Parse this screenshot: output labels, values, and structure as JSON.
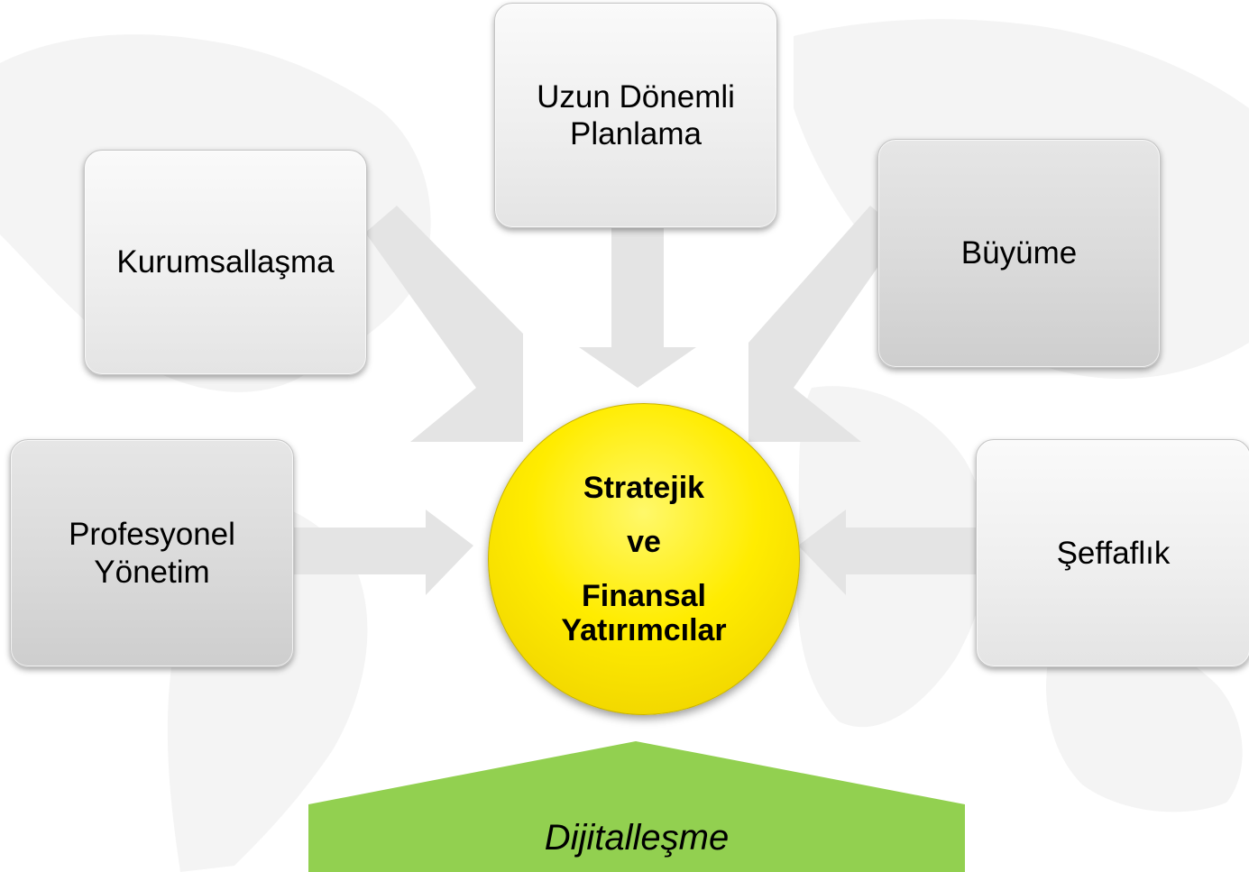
{
  "diagram": {
    "center": {
      "line1": "Stratejik",
      "line2": "ve",
      "line3": "Finansal",
      "line4": "Yatırımcılar"
    },
    "boxes": {
      "long_term_planning": "Uzun Dönemli\nPlanlama",
      "institutionalization": "Kurumsallaşma",
      "growth": "Büyüme",
      "professional_management": "Profesyonel\nYönetim",
      "transparency": "Şeffaflık"
    },
    "foundation": "Dijitalleşme"
  },
  "colors": {
    "center_fill": "#ffec00",
    "foundation_fill": "#92d050",
    "arrow_fill": "#e4e4e4",
    "box_light": "#f0f0f0",
    "box_dark": "#d9d9d9"
  }
}
